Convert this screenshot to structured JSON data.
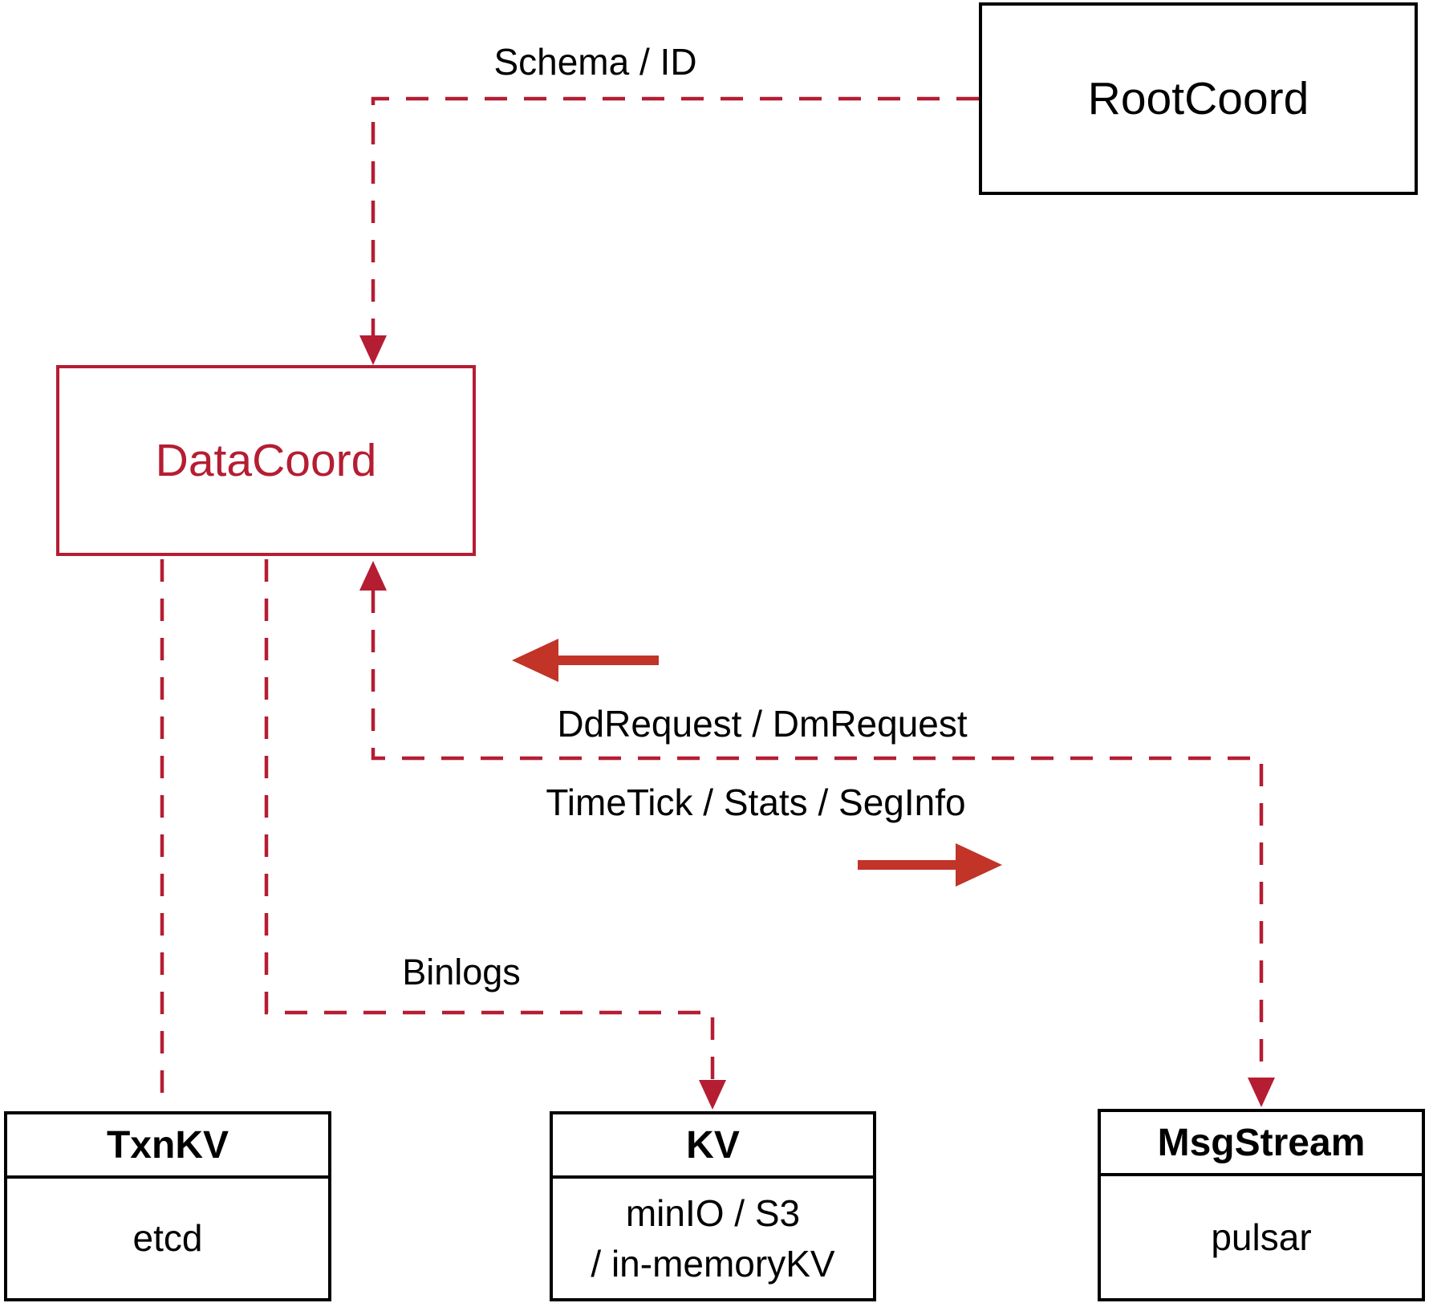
{
  "nodes": {
    "rootcoord": {
      "label": "RootCoord"
    },
    "datacoord": {
      "label": "DataCoord"
    },
    "txnkv": {
      "title": "TxnKV",
      "impl": "etcd"
    },
    "kv": {
      "title": "KV",
      "impl_line1": "minIO / S3",
      "impl_line2": "/ in-memoryKV"
    },
    "msgstream": {
      "title": "MsgStream",
      "impl": "pulsar"
    }
  },
  "edges": {
    "schema_id": {
      "label": "Schema / ID"
    },
    "dd_dm_request": {
      "label": "DdRequest / DmRequest"
    },
    "timetick_stats_seginfo": {
      "label": "TimeTick / Stats / SegInfo"
    },
    "binlogs": {
      "label": "Binlogs"
    }
  },
  "colors": {
    "crimson": "#b51d33",
    "arrow_red": "#c23328",
    "ink": "#000000",
    "bg": "#ffffff"
  }
}
